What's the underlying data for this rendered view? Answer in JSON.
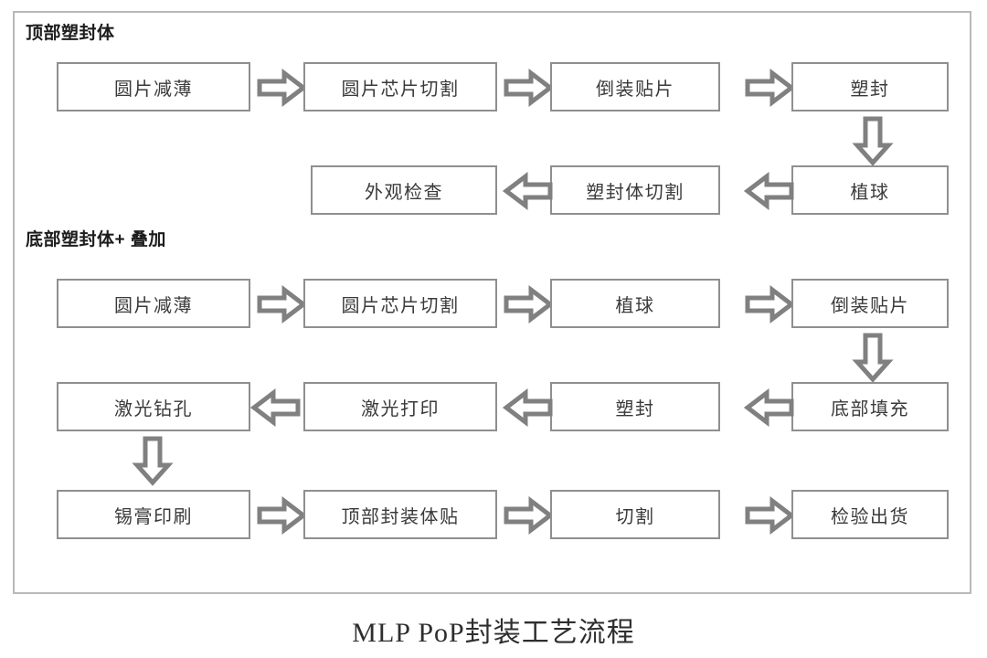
{
  "diagram": {
    "caption": "MLP  PoP封装工艺流程",
    "frame_border_color": "#b9b9b9",
    "box_border_color": "#8f8f8f",
    "arrow_stroke_color": "#808080",
    "background_color": "#ffffff",
    "sections": [
      {
        "id": "top-molded-body",
        "header": "顶部塑封体",
        "steps": [
          {
            "id": "s1-1",
            "label": "圆片减薄"
          },
          {
            "id": "s1-2",
            "label": "圆片芯片切割"
          },
          {
            "id": "s1-3",
            "label": "倒装贴片"
          },
          {
            "id": "s1-4",
            "label": "塑封"
          },
          {
            "id": "s1-5",
            "label": "植球"
          },
          {
            "id": "s1-6",
            "label": "塑封体切割"
          },
          {
            "id": "s1-7",
            "label": "外观检查"
          }
        ],
        "connectors": [
          {
            "id": "c1-1",
            "direction": "right",
            "from": "s1-1",
            "to": "s1-2"
          },
          {
            "id": "c1-2",
            "direction": "right",
            "from": "s1-2",
            "to": "s1-3"
          },
          {
            "id": "c1-3",
            "direction": "right",
            "from": "s1-3",
            "to": "s1-4"
          },
          {
            "id": "c1-4",
            "direction": "down",
            "from": "s1-4",
            "to": "s1-5"
          },
          {
            "id": "c1-5",
            "direction": "left",
            "from": "s1-5",
            "to": "s1-6"
          },
          {
            "id": "c1-6",
            "direction": "left",
            "from": "s1-6",
            "to": "s1-7"
          }
        ]
      },
      {
        "id": "bottom-molded-body-stacking",
        "header": "底部塑封体+ 叠加",
        "steps": [
          {
            "id": "s2-1",
            "label": "圆片减薄"
          },
          {
            "id": "s2-2",
            "label": "圆片芯片切割"
          },
          {
            "id": "s2-3",
            "label": "植球"
          },
          {
            "id": "s2-4",
            "label": "倒装贴片"
          },
          {
            "id": "s2-5",
            "label": "底部填充"
          },
          {
            "id": "s2-6",
            "label": "塑封"
          },
          {
            "id": "s2-7",
            "label": "激光打印"
          },
          {
            "id": "s2-8",
            "label": "激光钻孔"
          },
          {
            "id": "s2-9",
            "label": "锡膏印刷"
          },
          {
            "id": "s2-10",
            "label": "顶部封装体贴"
          },
          {
            "id": "s2-11",
            "label": "切割"
          },
          {
            "id": "s2-12",
            "label": "检验出货"
          }
        ],
        "connectors": [
          {
            "id": "c2-1",
            "direction": "right",
            "from": "s2-1",
            "to": "s2-2"
          },
          {
            "id": "c2-2",
            "direction": "right",
            "from": "s2-2",
            "to": "s2-3"
          },
          {
            "id": "c2-3",
            "direction": "right",
            "from": "s2-3",
            "to": "s2-4"
          },
          {
            "id": "c2-4",
            "direction": "down",
            "from": "s2-4",
            "to": "s2-5"
          },
          {
            "id": "c2-5",
            "direction": "left",
            "from": "s2-5",
            "to": "s2-6"
          },
          {
            "id": "c2-6",
            "direction": "left",
            "from": "s2-6",
            "to": "s2-7"
          },
          {
            "id": "c2-7",
            "direction": "left",
            "from": "s2-7",
            "to": "s2-8"
          },
          {
            "id": "c2-8",
            "direction": "down",
            "from": "s2-8",
            "to": "s2-9"
          },
          {
            "id": "c2-9",
            "direction": "right",
            "from": "s2-9",
            "to": "s2-10"
          },
          {
            "id": "c2-10",
            "direction": "right",
            "from": "s2-10",
            "to": "s2-11"
          },
          {
            "id": "c2-11",
            "direction": "right",
            "from": "s2-11",
            "to": "s2-12"
          }
        ]
      }
    ]
  }
}
